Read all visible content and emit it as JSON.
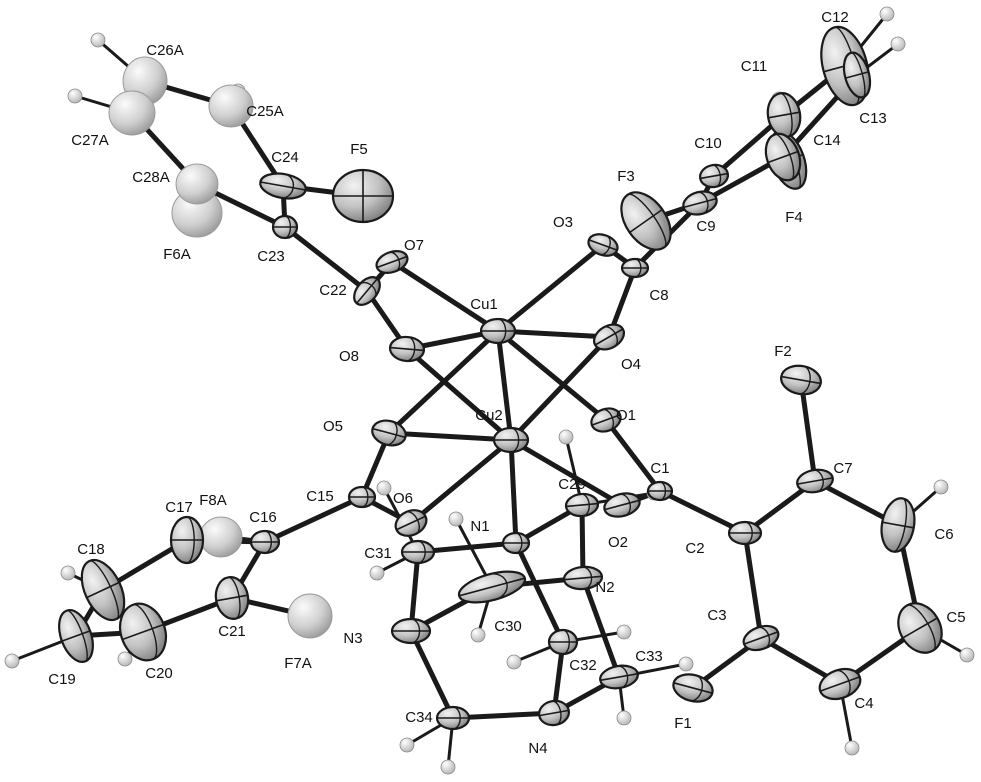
{
  "colors": {
    "background": "#ffffff",
    "bond": "#1a1a1a",
    "atom_fill": "#cfcfcf",
    "atom_dark": "#7d7d7d",
    "atom_light": "#f2f2f2",
    "hydrogen": "#d9d9d9"
  },
  "atoms": [
    {
      "id": "Cu1",
      "label": "Cu1"
    },
    {
      "id": "Cu2",
      "label": "Cu2"
    },
    {
      "id": "O1",
      "label": "O1"
    },
    {
      "id": "O2",
      "label": "O2"
    },
    {
      "id": "O3",
      "label": "O3"
    },
    {
      "id": "O4",
      "label": "O4"
    },
    {
      "id": "O5",
      "label": "O5"
    },
    {
      "id": "O6",
      "label": "O6"
    },
    {
      "id": "O7",
      "label": "O7"
    },
    {
      "id": "O8",
      "label": "O8"
    },
    {
      "id": "N1",
      "label": "N1"
    },
    {
      "id": "N2",
      "label": "N2"
    },
    {
      "id": "N3",
      "label": "N3"
    },
    {
      "id": "N4",
      "label": "N4"
    },
    {
      "id": "F1",
      "label": "F1"
    },
    {
      "id": "F2",
      "label": "F2"
    },
    {
      "id": "F3",
      "label": "F3"
    },
    {
      "id": "F4",
      "label": "F4"
    },
    {
      "id": "F5",
      "label": "F5"
    },
    {
      "id": "F6A",
      "label": "F6A"
    },
    {
      "id": "F7A",
      "label": "F7A"
    },
    {
      "id": "F8A",
      "label": "F8A"
    },
    {
      "id": "C1",
      "label": "C1"
    },
    {
      "id": "C2",
      "label": "C2"
    },
    {
      "id": "C3",
      "label": "C3"
    },
    {
      "id": "C4",
      "label": "C4"
    },
    {
      "id": "C5",
      "label": "C5"
    },
    {
      "id": "C6",
      "label": "C6"
    },
    {
      "id": "C7",
      "label": "C7"
    },
    {
      "id": "C8",
      "label": "C8"
    },
    {
      "id": "C9",
      "label": "C9"
    },
    {
      "id": "C10",
      "label": "C10"
    },
    {
      "id": "C11",
      "label": "C11"
    },
    {
      "id": "C12",
      "label": "C12"
    },
    {
      "id": "C13",
      "label": "C13"
    },
    {
      "id": "C14",
      "label": "C14"
    },
    {
      "id": "C15",
      "label": "C15"
    },
    {
      "id": "C16",
      "label": "C16"
    },
    {
      "id": "C17",
      "label": "C17"
    },
    {
      "id": "C18",
      "label": "C18"
    },
    {
      "id": "C19",
      "label": "C19"
    },
    {
      "id": "C20",
      "label": "C20"
    },
    {
      "id": "C21",
      "label": "C21"
    },
    {
      "id": "C22",
      "label": "C22"
    },
    {
      "id": "C23",
      "label": "C23"
    },
    {
      "id": "C24",
      "label": "C24"
    },
    {
      "id": "C25A",
      "label": "C25A"
    },
    {
      "id": "C26A",
      "label": "C26A"
    },
    {
      "id": "C27A",
      "label": "C27A"
    },
    {
      "id": "C28A",
      "label": "C28A"
    },
    {
      "id": "C29",
      "label": "C29"
    },
    {
      "id": "C30",
      "label": "C30"
    },
    {
      "id": "C31",
      "label": "C31"
    },
    {
      "id": "C32",
      "label": "C32"
    },
    {
      "id": "C33",
      "label": "C33"
    },
    {
      "id": "C34",
      "label": "C34"
    }
  ],
  "bonds": [
    [
      "Cu1",
      "O3"
    ],
    [
      "Cu1",
      "O4"
    ],
    [
      "Cu1",
      "O7"
    ],
    [
      "Cu1",
      "O8"
    ],
    [
      "Cu1",
      "O1"
    ],
    [
      "Cu1",
      "O5"
    ],
    [
      "Cu1",
      "Cu2"
    ],
    [
      "Cu2",
      "O5"
    ],
    [
      "Cu2",
      "O6"
    ],
    [
      "Cu2",
      "O2"
    ],
    [
      "Cu2",
      "O8"
    ],
    [
      "Cu2",
      "N1"
    ],
    [
      "Cu2",
      "O4"
    ],
    [
      "O3",
      "C8"
    ],
    [
      "C8",
      "O4"
    ],
    [
      "C8",
      "C9"
    ],
    [
      "C9",
      "C10"
    ],
    [
      "C10",
      "C11"
    ],
    [
      "C11",
      "C12"
    ],
    [
      "C12",
      "C13"
    ],
    [
      "C13",
      "C14"
    ],
    [
      "C14",
      "C9"
    ],
    [
      "C14",
      "F4"
    ],
    [
      "C9",
      "F3"
    ],
    [
      "O7",
      "C22"
    ],
    [
      "O8",
      "C22"
    ],
    [
      "C22",
      "C23"
    ],
    [
      "C23",
      "C24"
    ],
    [
      "C24",
      "C25A"
    ],
    [
      "C25A",
      "C26A"
    ],
    [
      "C26A",
      "C27A"
    ],
    [
      "C27A",
      "C28A"
    ],
    [
      "C28A",
      "C23"
    ],
    [
      "C28A",
      "F6A"
    ],
    [
      "C24",
      "F5"
    ],
    [
      "O5",
      "C15"
    ],
    [
      "C15",
      "O6"
    ],
    [
      "C15",
      "C16"
    ],
    [
      "C16",
      "C17"
    ],
    [
      "C17",
      "C18"
    ],
    [
      "C18",
      "C19"
    ],
    [
      "C19",
      "C20"
    ],
    [
      "C20",
      "C21"
    ],
    [
      "C21",
      "C16"
    ],
    [
      "C21",
      "F7A"
    ],
    [
      "C16",
      "F8A"
    ],
    [
      "O1",
      "C1"
    ],
    [
      "C1",
      "O2"
    ],
    [
      "C1",
      "C2"
    ],
    [
      "C2",
      "C3"
    ],
    [
      "C3",
      "C4"
    ],
    [
      "C4",
      "C5"
    ],
    [
      "C5",
      "C6"
    ],
    [
      "C6",
      "C7"
    ],
    [
      "C7",
      "C2"
    ],
    [
      "C7",
      "F2"
    ],
    [
      "C3",
      "F1"
    ],
    [
      "N1",
      "C29"
    ],
    [
      "N1",
      "C31"
    ],
    [
      "N1",
      "C32"
    ],
    [
      "N2",
      "C29"
    ],
    [
      "N2",
      "C30"
    ],
    [
      "N2",
      "C33"
    ],
    [
      "N3",
      "C31"
    ],
    [
      "N3",
      "C30"
    ],
    [
      "N3",
      "C34"
    ],
    [
      "N4",
      "C32"
    ],
    [
      "N4",
      "C33"
    ],
    [
      "N4",
      "C34"
    ]
  ],
  "hydrogen_bonds": [
    [
      "C29",
      "H29A"
    ],
    [
      "C29",
      "H29B"
    ],
    [
      "C30",
      "H30A"
    ],
    [
      "C30",
      "H30B"
    ],
    [
      "C31",
      "H31A"
    ],
    [
      "C31",
      "H31B"
    ],
    [
      "C32",
      "H32A"
    ],
    [
      "C32",
      "H32B"
    ],
    [
      "C33",
      "H33A"
    ],
    [
      "C33",
      "H33B"
    ],
    [
      "C34",
      "H34A"
    ],
    [
      "C34",
      "H34B"
    ],
    [
      "C4",
      "H4"
    ],
    [
      "C5",
      "H5"
    ],
    [
      "C6",
      "H6"
    ],
    [
      "C11",
      "H11"
    ],
    [
      "C12",
      "H12"
    ],
    [
      "C13",
      "H13"
    ],
    [
      "C18",
      "H18"
    ],
    [
      "C19",
      "H19"
    ],
    [
      "C20",
      "H20"
    ],
    [
      "C25A",
      "H25A"
    ],
    [
      "C26A",
      "H26A"
    ],
    [
      "C27A",
      "H27A"
    ]
  ]
}
